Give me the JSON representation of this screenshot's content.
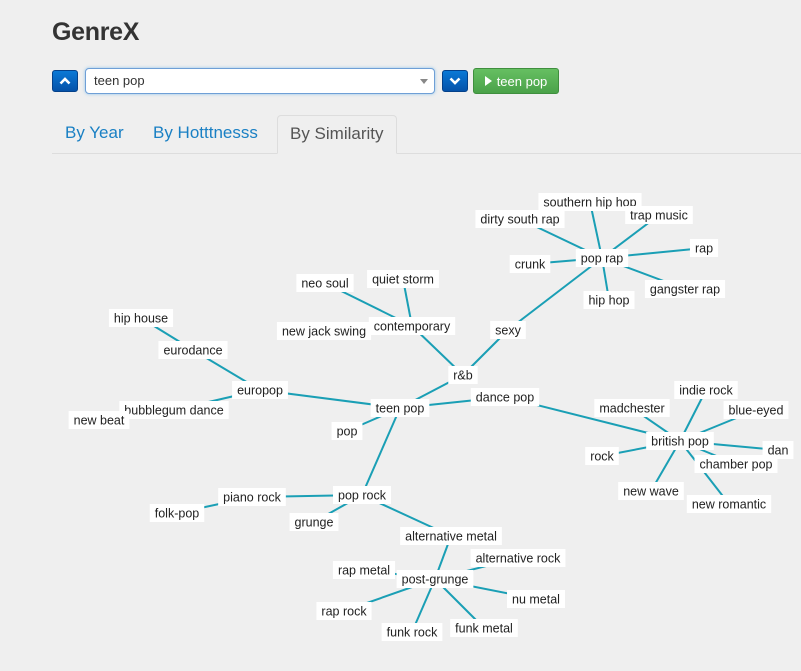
{
  "app": {
    "title": "GenreX"
  },
  "toolbar": {
    "selected_genre": "teen pop",
    "go_label": "teen pop",
    "up_icon": "chevron-up-icon",
    "down_icon": "chevron-down-icon",
    "accent_blue": "#0a6ccd",
    "accent_green": "#5cb85c"
  },
  "tabs": [
    {
      "label": "By Year",
      "active": false
    },
    {
      "label": "By Hotttnesss",
      "active": false
    },
    {
      "label": "By Similarity",
      "active": true
    }
  ],
  "graph": {
    "edge_color": "#1a9fb5",
    "nodes": [
      "teen pop",
      "r&b",
      "dance pop",
      "sexy",
      "pop rap",
      "southern hip hop",
      "dirty south rap",
      "trap music",
      "rap",
      "gangster rap",
      "hip hop",
      "crunk",
      "contemporary",
      "new jack swing",
      "neo soul",
      "quiet storm",
      "europop",
      "eurodance",
      "hip house",
      "bubblegum dance",
      "new beat",
      "pop",
      "pop rock",
      "piano rock",
      "folk-pop",
      "grunge",
      "alternative metal",
      "post-grunge",
      "alternative rock",
      "nu metal",
      "funk metal",
      "funk rock",
      "rap rock",
      "rap metal",
      "british pop",
      "madchester",
      "indie rock",
      "blue-eyed",
      "dan",
      "chamber pop",
      "rock",
      "new wave",
      "new romantic"
    ]
  }
}
